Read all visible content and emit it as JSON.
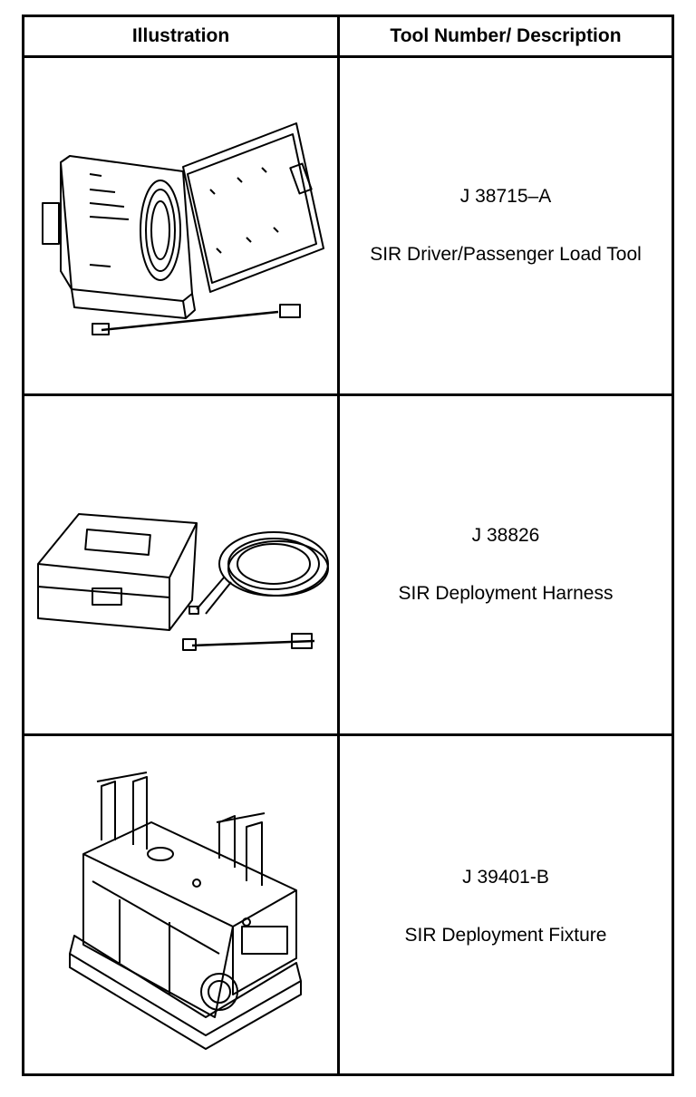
{
  "table": {
    "headers": {
      "illustration": "Illustration",
      "tool": "Tool Number/ Description"
    },
    "rows": [
      {
        "tool_number": "J 38715–A",
        "description": "SIR Driver/Passenger Load Tool",
        "illustration": "load-tool-case-with-cable"
      },
      {
        "tool_number": "J 38826",
        "description": "SIR Deployment Harness",
        "illustration": "harness-case-with-cable"
      },
      {
        "tool_number": "J 39401-B",
        "description": "SIR Deployment Fixture",
        "illustration": "deployment-fixture"
      }
    ]
  }
}
